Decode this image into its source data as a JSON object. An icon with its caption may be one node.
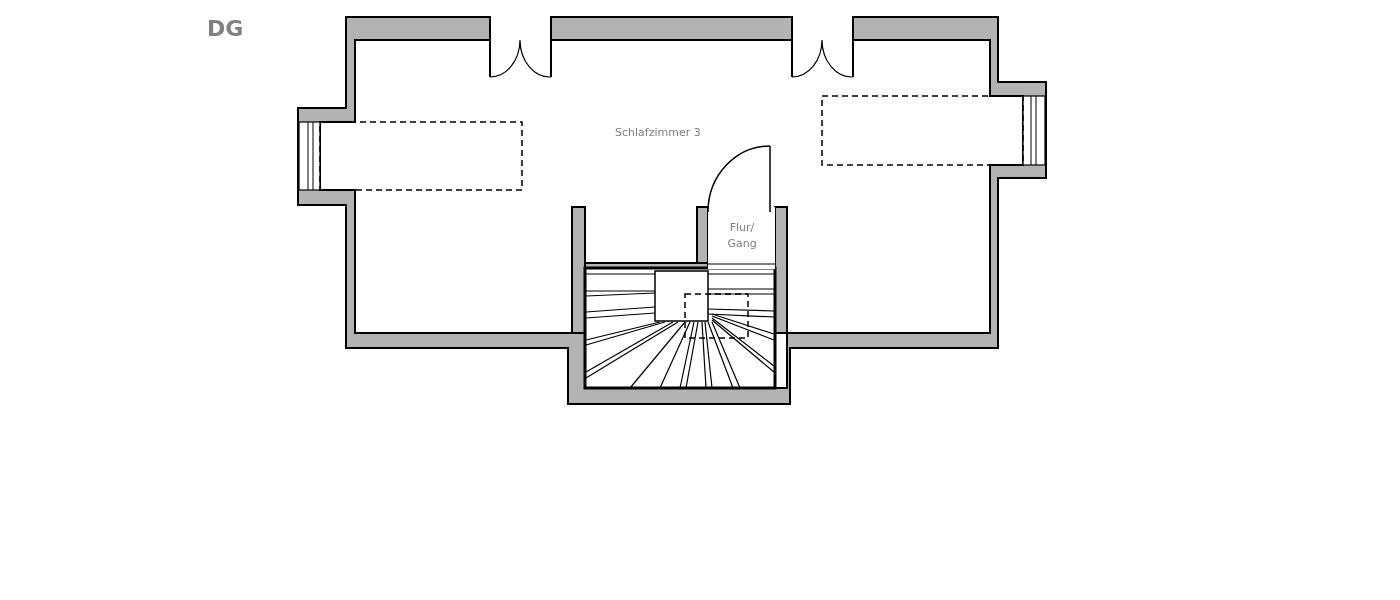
{
  "diagram": {
    "title": "DG",
    "labels": [
      "Schlafzimmer 3",
      "Flur/ Gang"
    ]
  }
}
